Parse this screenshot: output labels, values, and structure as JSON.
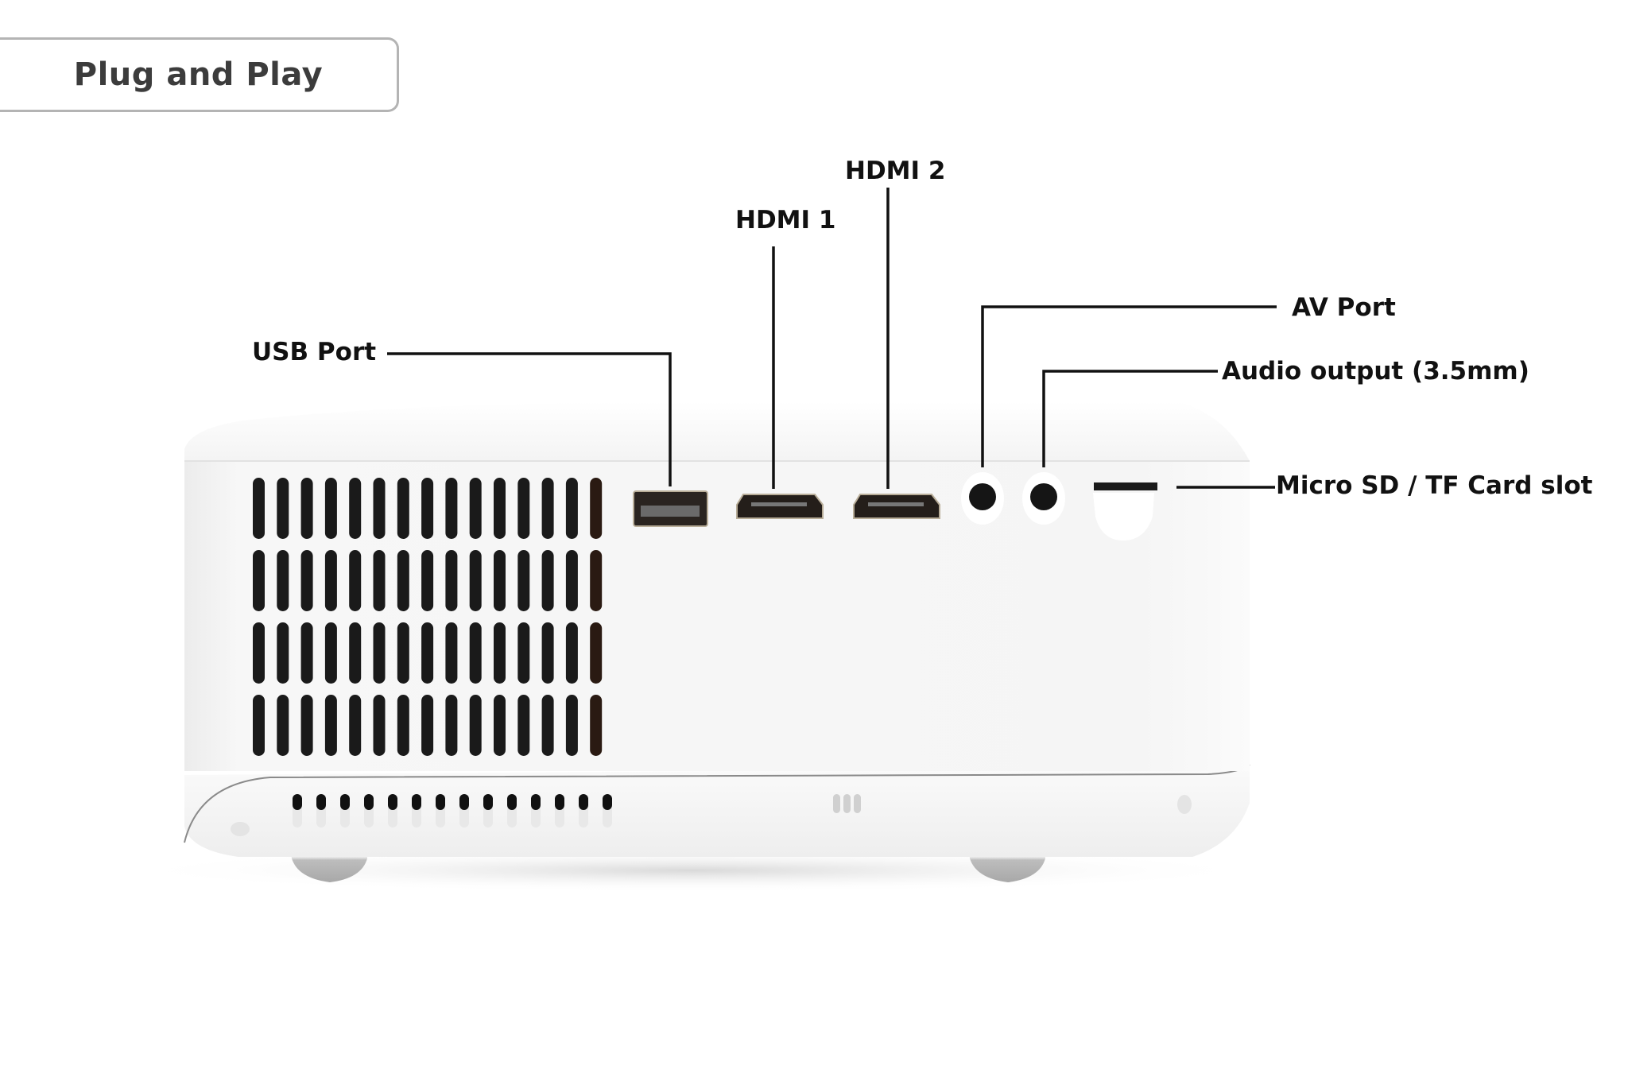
{
  "title": "Plug and Play",
  "ports": [
    {
      "id": "usb",
      "label": "USB Port"
    },
    {
      "id": "hdmi1",
      "label": "HDMI 1"
    },
    {
      "id": "hdmi2",
      "label": "HDMI 2"
    },
    {
      "id": "av",
      "label": "AV Port"
    },
    {
      "id": "audio",
      "label": "Audio output (3.5mm)"
    },
    {
      "id": "microsd",
      "label": "Micro SD / TF Card slot"
    }
  ],
  "colors": {
    "title_border": "#b4b4b4",
    "title_text": "#3c3c3c",
    "label_text": "#111111",
    "leader_line": "#111111",
    "body": "#f4f4f4",
    "vent": "#1a1a1a"
  }
}
